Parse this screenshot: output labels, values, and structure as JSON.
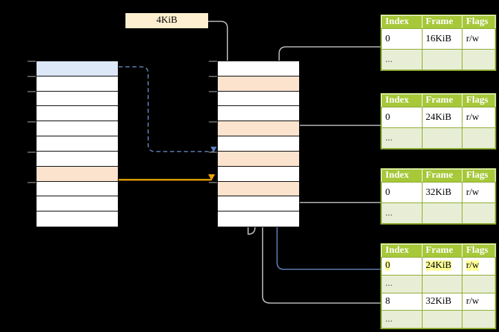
{
  "diagram": {
    "title": "page-table-translation",
    "size_label": "4KiB",
    "colors": {
      "header_green": "#a6c839",
      "alt_row_green": "#e8eed5",
      "peach": "#fce3cd",
      "blue_fill": "#dce8f7",
      "label_cream": "#fdefcf",
      "highlight_yellow": "#ffff99",
      "orange_arrow": "#e8a200",
      "blue_arrow": "#6080b8",
      "gray_connector": "#b3b3b3"
    }
  },
  "virtual_memory": {
    "name": "virtual-address-space",
    "row_count": 11,
    "rows": [
      {
        "index": 0,
        "fill": "blue"
      },
      {
        "index": 1,
        "fill": "white"
      },
      {
        "index": 2,
        "fill": "white"
      },
      {
        "index": 3,
        "fill": "white"
      },
      {
        "index": 4,
        "fill": "white"
      },
      {
        "index": 5,
        "fill": "white"
      },
      {
        "index": 6,
        "fill": "white"
      },
      {
        "index": 7,
        "fill": "peach"
      },
      {
        "index": 8,
        "fill": "white"
      },
      {
        "index": 9,
        "fill": "white"
      },
      {
        "index": 10,
        "fill": "white"
      }
    ]
  },
  "physical_memory": {
    "name": "physical-memory",
    "row_count": 11,
    "rows": [
      {
        "index": 0,
        "fill": "white"
      },
      {
        "index": 1,
        "fill": "peach"
      },
      {
        "index": 2,
        "fill": "white"
      },
      {
        "index": 3,
        "fill": "white"
      },
      {
        "index": 4,
        "fill": "peach"
      },
      {
        "index": 5,
        "fill": "white"
      },
      {
        "index": 6,
        "fill": "peach"
      },
      {
        "index": 7,
        "fill": "white"
      },
      {
        "index": 8,
        "fill": "peach"
      },
      {
        "index": 9,
        "fill": "white"
      },
      {
        "index": 10,
        "fill": "white"
      }
    ]
  },
  "page_tables": [
    {
      "id": "table-1",
      "headers": [
        "Index",
        "Frame",
        "Flags"
      ],
      "rows": [
        {
          "cells": [
            "0",
            "16KiB",
            "r/w"
          ],
          "alt": false,
          "highlight": false
        },
        {
          "cells": [
            "...",
            "",
            ""
          ],
          "alt": true,
          "highlight": false
        }
      ]
    },
    {
      "id": "table-2",
      "headers": [
        "Index",
        "Frame",
        "Flags"
      ],
      "rows": [
        {
          "cells": [
            "0",
            "24KiB",
            "r/w"
          ],
          "alt": false,
          "highlight": false
        },
        {
          "cells": [
            "...",
            "",
            ""
          ],
          "alt": true,
          "highlight": false
        }
      ]
    },
    {
      "id": "table-3",
      "headers": [
        "Index",
        "Frame",
        "Flags"
      ],
      "rows": [
        {
          "cells": [
            "0",
            "32KiB",
            "r/w"
          ],
          "alt": false,
          "highlight": false
        },
        {
          "cells": [
            "...",
            "",
            ""
          ],
          "alt": true,
          "highlight": false
        }
      ]
    },
    {
      "id": "table-4",
      "headers": [
        "Index",
        "Frame",
        "Flags"
      ],
      "rows": [
        {
          "cells": [
            "0",
            "24KiB",
            "r/w"
          ],
          "alt": false,
          "highlight": true
        },
        {
          "cells": [
            "...",
            "",
            ""
          ],
          "alt": true,
          "highlight": false
        },
        {
          "cells": [
            "8",
            "32KiB",
            "r/w"
          ],
          "alt": false,
          "highlight": false
        },
        {
          "cells": [
            "...",
            "",
            ""
          ],
          "alt": true,
          "highlight": false
        }
      ]
    }
  ]
}
